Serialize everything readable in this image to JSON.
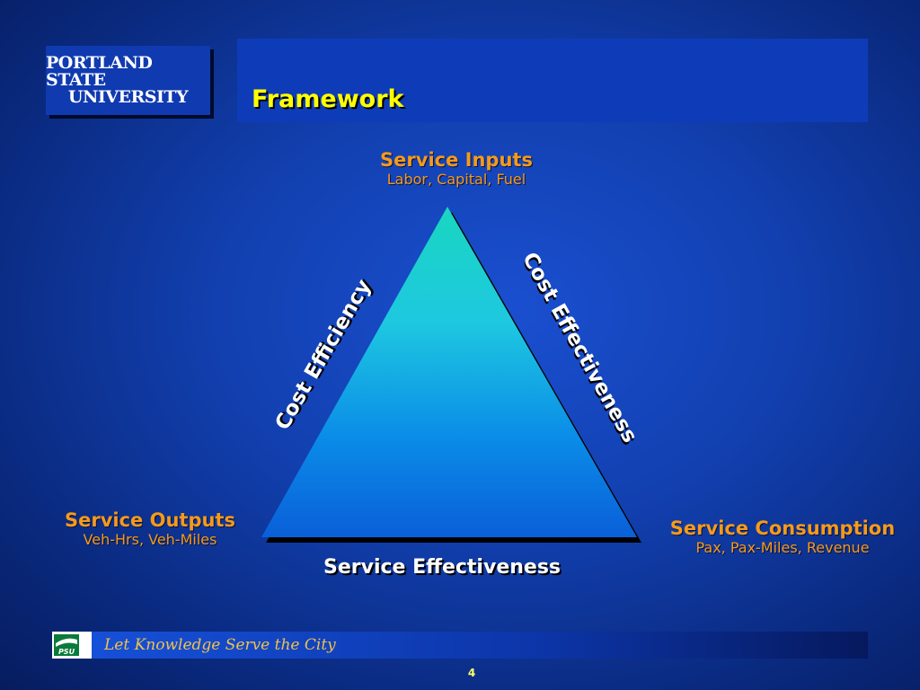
{
  "logo": {
    "line1": "PORTLAND STATE",
    "line2": "UNIVERSITY"
  },
  "slide": {
    "title": "Framework",
    "page_number": "4"
  },
  "diagram": {
    "top_node": {
      "title": "Service Inputs",
      "subtitle": "Labor, Capital, Fuel"
    },
    "left_node": {
      "title": "Service Outputs",
      "subtitle": "Veh-Hrs, Veh-Miles"
    },
    "right_node": {
      "title": "Service Consumption",
      "subtitle": "Pax, Pax-Miles, Revenue"
    },
    "left_edge_label": "Cost Efficiency",
    "right_edge_label": "Cost Effectiveness",
    "bottom_edge_label": "Service Effectiveness"
  },
  "footer": {
    "logo_text": "PSU",
    "tagline": "Let Knowledge Serve the City"
  },
  "colors": {
    "title": "#ffff00",
    "node_text": "#f59a1a",
    "edge_text": "#ffffff",
    "triangle_top": "#19d6c0",
    "triangle_bottom": "#0a5fd8"
  }
}
